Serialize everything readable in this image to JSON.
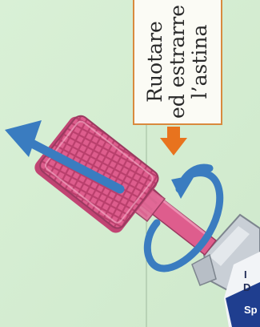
{
  "illustration": {
    "instruction_lines": [
      "Ruotare",
      "ed estrarre",
      "l’astina"
    ],
    "label_fragments": [
      "I",
      "D",
      "Sp"
    ],
    "colors": {
      "background": "#d7efd3",
      "handle": "#de5d8d",
      "handle_dark": "#c14473",
      "arrow_blue": "#3a7cc0",
      "arrow_orange": "#e8731e",
      "callout_border": "#d98a3e",
      "cap_gray": "#c9cfd6",
      "label_navy": "#1f3e8f"
    }
  }
}
